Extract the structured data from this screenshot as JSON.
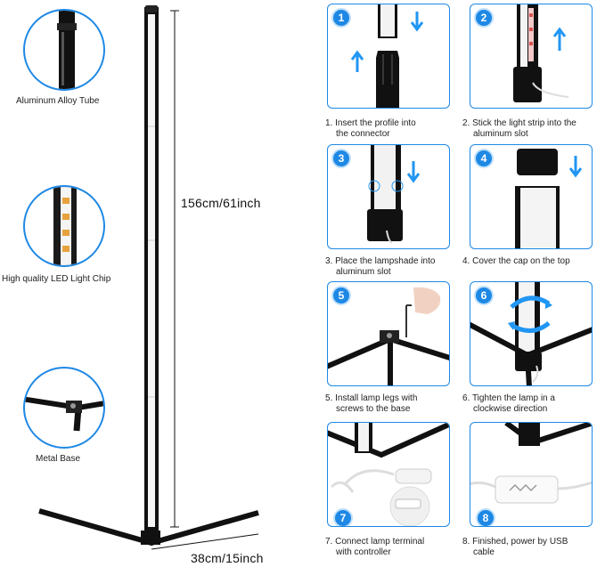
{
  "features": [
    {
      "label": "Aluminum Alloy Tube",
      "icon": "aluminum-tube-closeup-icon"
    },
    {
      "label": "High quality LED Light Chip",
      "icon": "led-chip-closeup-icon"
    },
    {
      "label": "Metal Base",
      "icon": "metal-base-closeup-icon"
    }
  ],
  "dimensions": {
    "height": "156cm/61inch",
    "width": "38cm/15inch"
  },
  "steps": [
    {
      "number": "1",
      "line1": "1. Insert the profile into",
      "line2": "the connector"
    },
    {
      "number": "2",
      "line1": "2. Stick the light strip into the",
      "line2": "aluminum slot"
    },
    {
      "number": "3",
      "line1": "3. Place the lampshade into",
      "line2": "aluminum slot"
    },
    {
      "number": "4",
      "line1": "4. Cover the cap on the top",
      "line2": ""
    },
    {
      "number": "5",
      "line1": "5. Install lamp legs with",
      "line2": "screws to the base"
    },
    {
      "number": "6",
      "line1": "6. Tighten the lamp in a",
      "line2": "clockwise direction"
    },
    {
      "number": "7",
      "line1": "7. Connect lamp terminal",
      "line2": "with controller"
    },
    {
      "number": "8",
      "line1": "8. Finished, power by USB",
      "line2": "cable"
    }
  ],
  "colors": {
    "accent": "#1e88e5",
    "arrow": "#2196f3",
    "lamp": "#111111"
  }
}
